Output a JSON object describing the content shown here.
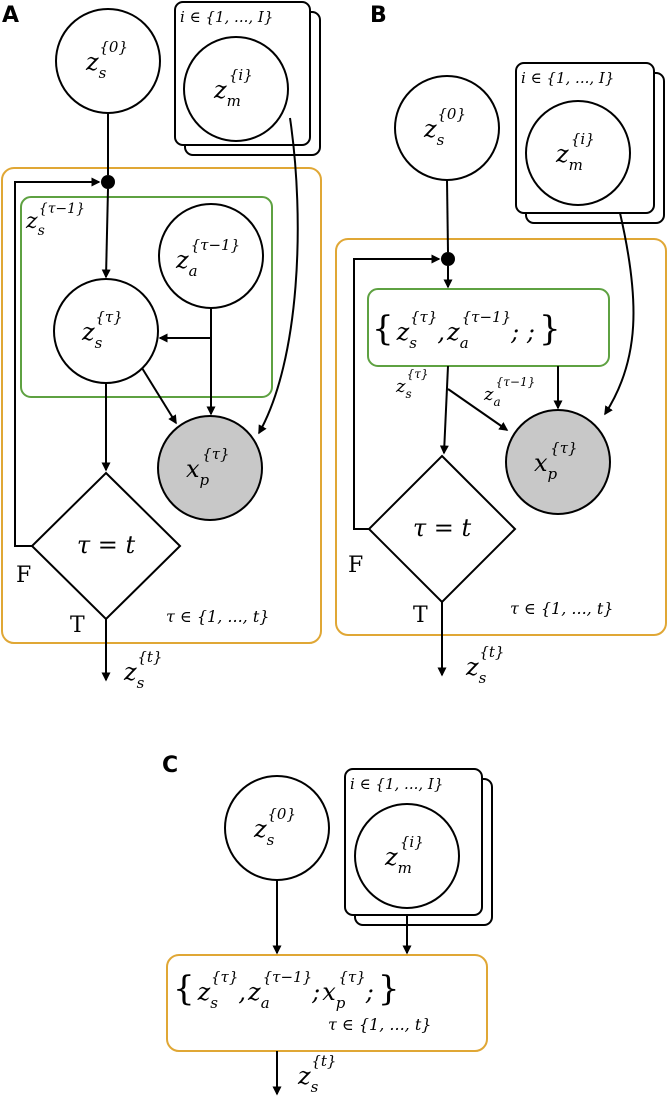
{
  "panels": {
    "a": {
      "letter": "A",
      "z_s0": {
        "base": "z",
        "sub": "s",
        "sup": "{0}"
      },
      "z_mi": {
        "base": "z",
        "sub": "m",
        "sup": "{i}"
      },
      "i_plate": "i ∈ {1, ..., I}",
      "z_s_prev": {
        "base": "z",
        "sub": "s",
        "sup": "{τ−1}"
      },
      "z_a_prev": {
        "base": "z",
        "sub": "a",
        "sup": "{τ−1}"
      },
      "z_s_tau": {
        "base": "z",
        "sub": "s",
        "sup": "{τ}"
      },
      "x_p_tau": {
        "base": "x",
        "sub": "p",
        "sup": "{τ}"
      },
      "condition": "τ = t",
      "false_label": "F",
      "true_label": "T",
      "tau_plate": "τ ∈ {1, ..., t}",
      "output": {
        "base": "z",
        "sub": "s",
        "sup": "{t}"
      }
    },
    "b": {
      "letter": "B",
      "z_s0": {
        "base": "z",
        "sub": "s",
        "sup": "{0}"
      },
      "z_mi": {
        "base": "z",
        "sub": "m",
        "sup": "{i}"
      },
      "i_plate": "i ∈ {1, ..., I}",
      "set_open": "{",
      "set_close": "}",
      "set_s": {
        "base": "z",
        "sub": "s",
        "sup": "{τ}"
      },
      "set_comma": ",",
      "set_a": {
        "base": "z",
        "sub": "a",
        "sup": "{τ−1}"
      },
      "set_tail": "; ;",
      "edge_s": {
        "base": "z",
        "sub": "s",
        "sup": "{τ}"
      },
      "edge_a": {
        "base": "z",
        "sub": "a",
        "sup": "{τ−1}"
      },
      "x_p_tau": {
        "base": "x",
        "sub": "p",
        "sup": "{τ}"
      },
      "condition": "τ = t",
      "false_label": "F",
      "true_label": "T",
      "tau_plate": "τ ∈ {1, ..., t}",
      "output": {
        "base": "z",
        "sub": "s",
        "sup": "{t}"
      }
    },
    "c": {
      "letter": "C",
      "z_s0": {
        "base": "z",
        "sub": "s",
        "sup": "{0}"
      },
      "z_mi": {
        "base": "z",
        "sub": "m",
        "sup": "{i}"
      },
      "i_plate": "i ∈ {1, ..., I}",
      "set_open": "{",
      "set_close": "}",
      "set_s": {
        "base": "z",
        "sub": "s",
        "sup": "{τ}"
      },
      "set_comma": ",",
      "set_a": {
        "base": "z",
        "sub": "a",
        "sup": "{τ−1}"
      },
      "set_semi": ";",
      "set_x": {
        "base": "x",
        "sub": "p",
        "sup": "{τ}"
      },
      "set_tail": ";",
      "tau_plate": "τ ∈ {1, ..., t}",
      "output": {
        "base": "z",
        "sub": "s",
        "sup": "{t}"
      }
    }
  },
  "colors": {
    "outer_plate": "#e0a735",
    "inner_plate": "#5ea141",
    "observed": "#c8c8c8"
  }
}
